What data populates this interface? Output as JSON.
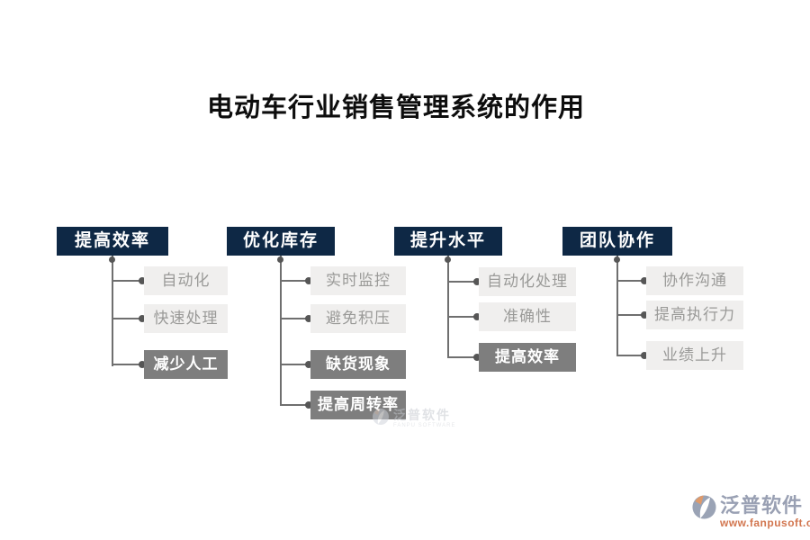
{
  "title": "电动车行业销售管理系统的作用",
  "columns": [
    {
      "header": "提高效率",
      "items": [
        {
          "label": "自动化",
          "emphasis": false
        },
        {
          "label": "快速处理",
          "emphasis": false
        },
        {
          "label": "减少人工",
          "emphasis": true
        }
      ]
    },
    {
      "header": "优化库存",
      "items": [
        {
          "label": "实时监控",
          "emphasis": false
        },
        {
          "label": "避免积压",
          "emphasis": false
        },
        {
          "label": "缺货现象",
          "emphasis": true
        },
        {
          "label": "提高周转率",
          "emphasis": true
        }
      ]
    },
    {
      "header": "提升水平",
      "items": [
        {
          "label": "自动化处理",
          "emphasis": false
        },
        {
          "label": "准确性",
          "emphasis": false
        },
        {
          "label": "提高效率",
          "emphasis": true
        }
      ]
    },
    {
      "header": "团队协作",
      "items": [
        {
          "label": "协作沟通",
          "emphasis": false
        },
        {
          "label": "提高执行力",
          "emphasis": false
        },
        {
          "label": "业绩上升",
          "emphasis": false
        }
      ]
    }
  ],
  "watermark_center": {
    "brand": "泛普软件",
    "subtext": "FANPU SOFTWARE"
  },
  "watermark_corner": {
    "brand": "泛普软件",
    "url": "www.fanpusoft.com"
  },
  "colors": {
    "title_text": "#0d0d0d",
    "header_bg": "#0e2845",
    "header_text": "#ffffff",
    "item_bg": "#f0efee",
    "item_text": "#9a9a98",
    "item_emphasis_bg": "#7e7e7e",
    "item_emphasis_text": "#ffffff",
    "connector": "#6f6f6f",
    "dot": "#565656",
    "brand_gray_blue": "#99a0b3",
    "brand_orange": "#d2764f"
  }
}
